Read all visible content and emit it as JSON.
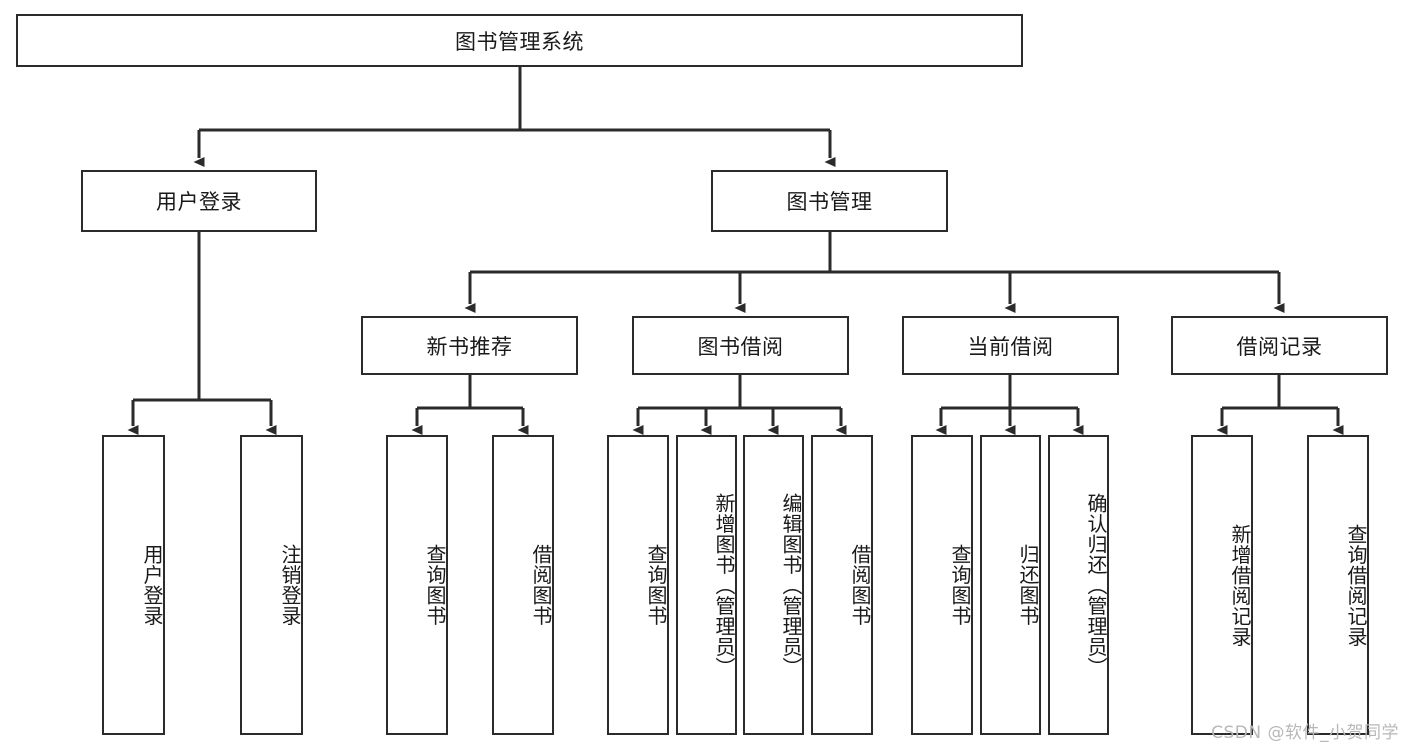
{
  "diagram": {
    "type": "tree-hierarchy-diagram",
    "title": "图书管理系统",
    "orientation": "top-down",
    "colors": {
      "stroke": "#2b2b2b",
      "fill": "#ffffff",
      "text": "#1a1a1a",
      "watermark": "#b8b8b8"
    }
  },
  "watermark": {
    "text": "CSDN @软件_小贺同学"
  },
  "nodes": {
    "root": {
      "label": "图书管理系统"
    },
    "level2": [
      {
        "id": "user-login",
        "label": "用户登录"
      },
      {
        "id": "book-management",
        "label": "图书管理"
      }
    ],
    "level3": [
      {
        "id": "new-book-recommend",
        "label": "新书推荐"
      },
      {
        "id": "book-borrow",
        "label": "图书借阅"
      },
      {
        "id": "current-borrow",
        "label": "当前借阅"
      },
      {
        "id": "borrow-record",
        "label": "借阅记录"
      }
    ],
    "leaves": {
      "user-login": [
        {
          "id": "leaf-user-login",
          "label": "用户登录"
        },
        {
          "id": "leaf-user-logout",
          "label": "注销登录"
        }
      ],
      "new-book-recommend": [
        {
          "id": "leaf-query-book-1",
          "label": "查询图书"
        },
        {
          "id": "leaf-borrow-book-1",
          "label": "借阅图书"
        }
      ],
      "book-borrow": [
        {
          "id": "leaf-query-book-2",
          "label": "查询图书"
        },
        {
          "id": "leaf-add-book",
          "label": "新增图书（管理员）"
        },
        {
          "id": "leaf-edit-book",
          "label": "编辑图书（管理员）"
        },
        {
          "id": "leaf-borrow-book-2",
          "label": "借阅图书"
        }
      ],
      "current-borrow": [
        {
          "id": "leaf-query-book-3",
          "label": "查询图书"
        },
        {
          "id": "leaf-return-book",
          "label": "归还图书"
        },
        {
          "id": "leaf-confirm-return",
          "label": "确认归还（管理员）"
        }
      ],
      "borrow-record": [
        {
          "id": "leaf-add-record",
          "label": "新增借阅记录"
        },
        {
          "id": "leaf-query-record",
          "label": "查询借阅记录"
        }
      ]
    }
  }
}
